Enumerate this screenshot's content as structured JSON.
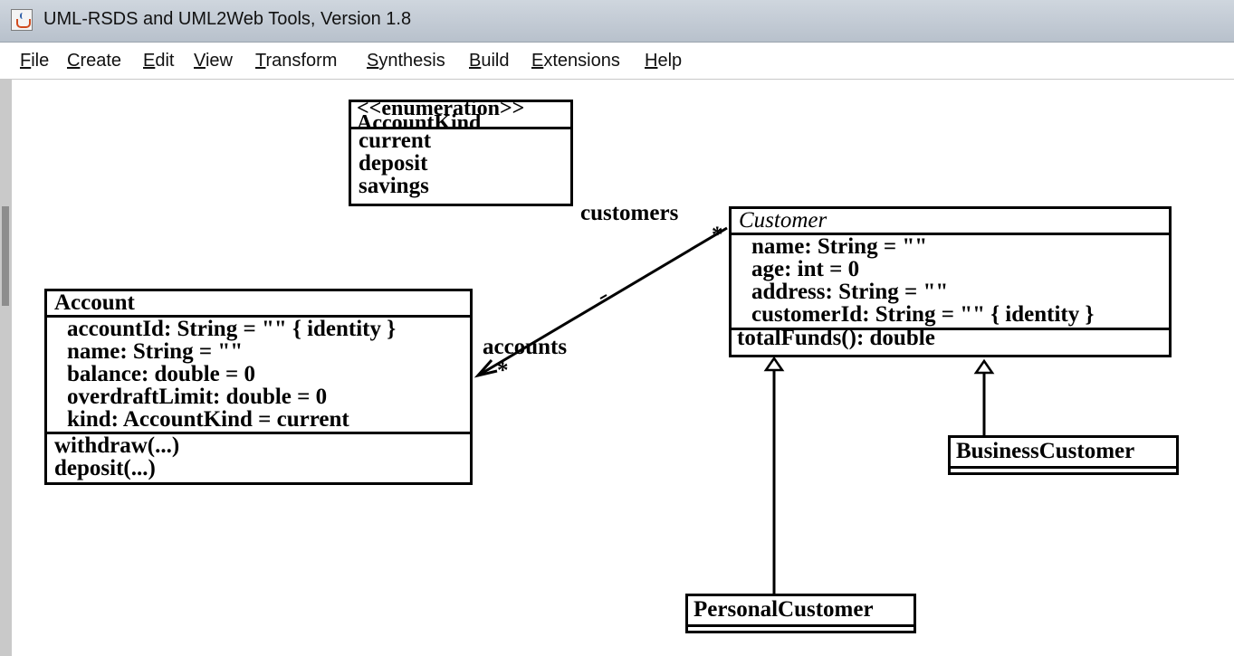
{
  "window": {
    "title": "UML-RSDS and UML2Web Tools, Version 1.8",
    "icon": "java-cup-icon"
  },
  "menu": [
    "File",
    "Create",
    "Edit",
    "View",
    "Transform",
    "Synthesis",
    "Build",
    "Extensions",
    "Help"
  ],
  "diagram": {
    "enum": {
      "stereotype": "<<enumeration>>",
      "name": "AccountKind",
      "literals": [
        "current",
        "deposit",
        "savings"
      ]
    },
    "account": {
      "name": "Account",
      "attributes": [
        "accountId: String = \"\" { identity }",
        "name: String = \"\"",
        "balance: double = 0",
        "overdraftLimit: double = 0",
        "kind: AccountKind = current"
      ],
      "operations": [
        "withdraw(...)",
        "deposit(...)"
      ]
    },
    "customer": {
      "name": "Customer",
      "attributes": [
        "name: String = \"\"",
        "age: int = 0",
        "address: String = \"\"",
        "customerId: String = \"\" { identity }"
      ],
      "operations": [
        "totalFunds(): double"
      ]
    },
    "personal": {
      "name": "PersonalCustomer"
    },
    "business": {
      "name": "BusinessCustomer"
    },
    "association": {
      "role_customers": "customers",
      "role_accounts": "accounts",
      "mult_customers": "*",
      "mult_accounts": "*"
    }
  }
}
